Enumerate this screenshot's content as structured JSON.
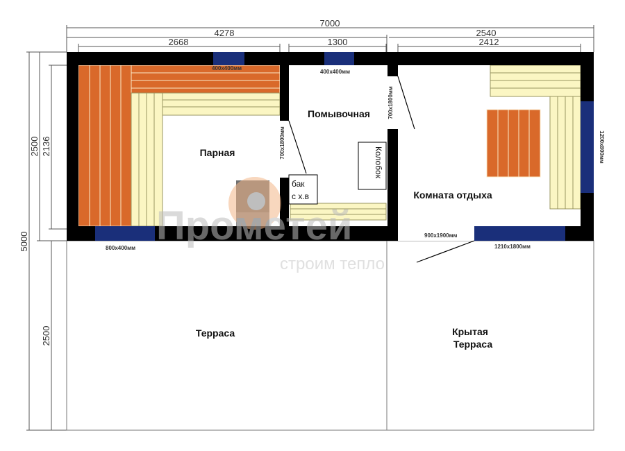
{
  "dimensions": {
    "total_width": "7000",
    "left_width": "4278",
    "right_width": "2540",
    "steam_width": "2668",
    "wash_width": "1300",
    "rest_width": "2412",
    "total_height": "5000",
    "house_height": "2500",
    "inner_height": "2136",
    "terrace_height": "2500"
  },
  "rooms": {
    "steam": "Парная",
    "wash": "Помывочная",
    "rest": "Комната отдыха",
    "terrace": "Терраса",
    "covered_terrace_line1": "Крытая",
    "covered_terrace_line2": "Терраса"
  },
  "openings": {
    "win_steam_top": "400x400мм",
    "win_wash_top": "400x400мм",
    "win_steam_bottom": "800x400мм",
    "win_rest_bottom": "1210x1800мм",
    "win_rest_right": "1200x800мм",
    "door_steam_wash": "700x1800мм",
    "door_wash_rest": "700x1800мм",
    "door_entrance": "900x1900мм"
  },
  "fixtures": {
    "tank_line1": "бак",
    "tank_line2": "с х.в",
    "well": "Колобок"
  },
  "watermark": {
    "brand": "Прометей",
    "slogan": "строим тепло"
  },
  "colors": {
    "wall": "#000000",
    "window": "#1a2f7a",
    "bench_wood": "#d9692a",
    "bench_light": "#fbf6c3",
    "watermark": "#b8b8b8",
    "watermark_accent": "#f0a060"
  }
}
